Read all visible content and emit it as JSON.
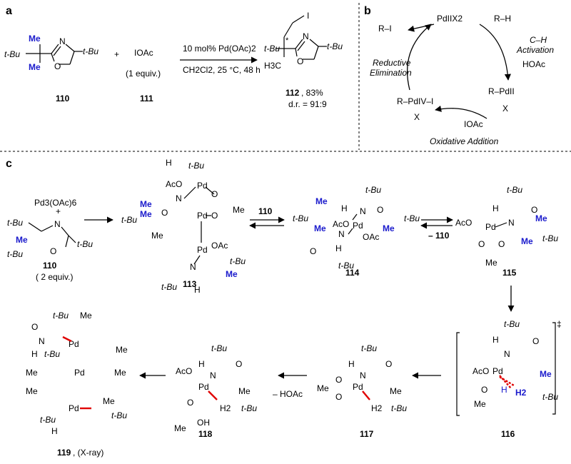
{
  "panels": {
    "a": "a",
    "b": "b",
    "c": "c"
  },
  "groups": {
    "tbu": "t-Bu",
    "me": "Me",
    "aco": "AcO",
    "oac": "OAc",
    "pd": "Pd",
    "h": "H",
    "n": "N",
    "o": "O",
    "i": "I",
    "x": "X",
    "h2": "H2",
    "h3c": "H3C",
    "oh": "OH"
  },
  "panel_a": {
    "plus": "+",
    "reagent": "IOAc",
    "reagent_equiv": "(1 equiv.)",
    "condition_top": "10 mol% Pd(OAc)2",
    "condition_bottom": "CH2Cl2, 25 °C, 48 h",
    "sm_label": "110",
    "reagent_label": "111",
    "product_label": "112",
    "product_yield": ", 83%",
    "product_dr": "d.r. = 91:9",
    "stereo_star": "*"
  },
  "panel_b": {
    "pdx2": "PdIIX2",
    "rh": "R–H",
    "ri": "R–I",
    "ch_activation_1": "C–H",
    "ch_activation_2": "Activation",
    "hoac": "HOAc",
    "re_1": "Reductive",
    "re_2": "Elimination",
    "pd4": "R–PdIV–I",
    "pd2": "R–PdII",
    "ioac": "IOAc",
    "oa": "Oxidative Addition"
  },
  "panel_c": {
    "pd_acetate": "Pd3(OAc)6",
    "plus": "+",
    "sm_label": "110",
    "sm_equiv": "( 2 equiv.)",
    "c113": "113",
    "c114": "114",
    "c115": "115",
    "c116": "116",
    "c117": "117",
    "c118": "118",
    "c119": "119",
    "c119_note": ", (X-ray)",
    "eq_110": "110",
    "minus_110": "– 110",
    "minus_hoac": "– HOAc",
    "ts": "‡"
  }
}
